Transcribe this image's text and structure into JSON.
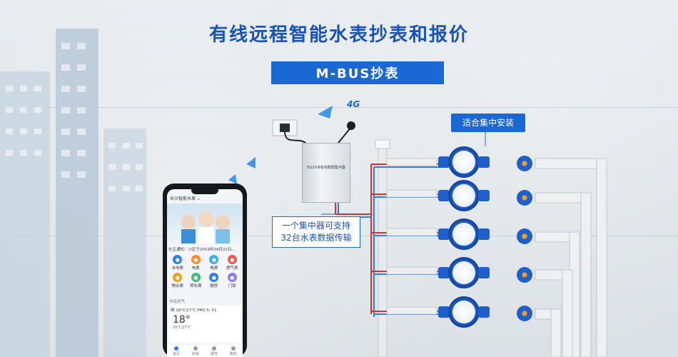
{
  "header": {
    "title": "有线远程智能水表抄表和报价",
    "badge": "M-BUS抄表"
  },
  "signal_label": "4G",
  "callouts": {
    "install": "适合集中安装",
    "concentrator_line1": "一个集中器可支持",
    "concentrator_line2": "32台水表数据传输"
  },
  "concentrator_label": "EG20-B有线数据集中器",
  "phone": {
    "app_name": "长沙智能水表 ⌄",
    "notice": "社区通知：小区于2019年04月22日…",
    "services": [
      {
        "label": "水电费",
        "color": "#2f7fe8"
      },
      {
        "label": "电费",
        "color": "#ff8a2a"
      },
      {
        "label": "电费",
        "color": "#3ab0e8"
      },
      {
        "label": "燃气费",
        "color": "#f2574a"
      },
      {
        "label": "物业费",
        "color": "#f0a020"
      },
      {
        "label": "停车费",
        "color": "#3cc07a"
      },
      {
        "label": "报修",
        "color": "#2f7fe8"
      },
      {
        "label": "门禁",
        "color": "#8a7cf0"
      }
    ],
    "weather_header": "今日天气",
    "weather_row": "晴  18℃/27℃  PM2.5: 51",
    "temperature": "18°",
    "temp_range": "16℃/27℃",
    "tabs": [
      "首页",
      "商城",
      "服务",
      "我的"
    ]
  },
  "colors": {
    "brand_blue": "#1a67d6",
    "title_blue": "#1a53b8",
    "pipe_red": "#d8322f",
    "pipe_blue": "#2f7fe8"
  }
}
